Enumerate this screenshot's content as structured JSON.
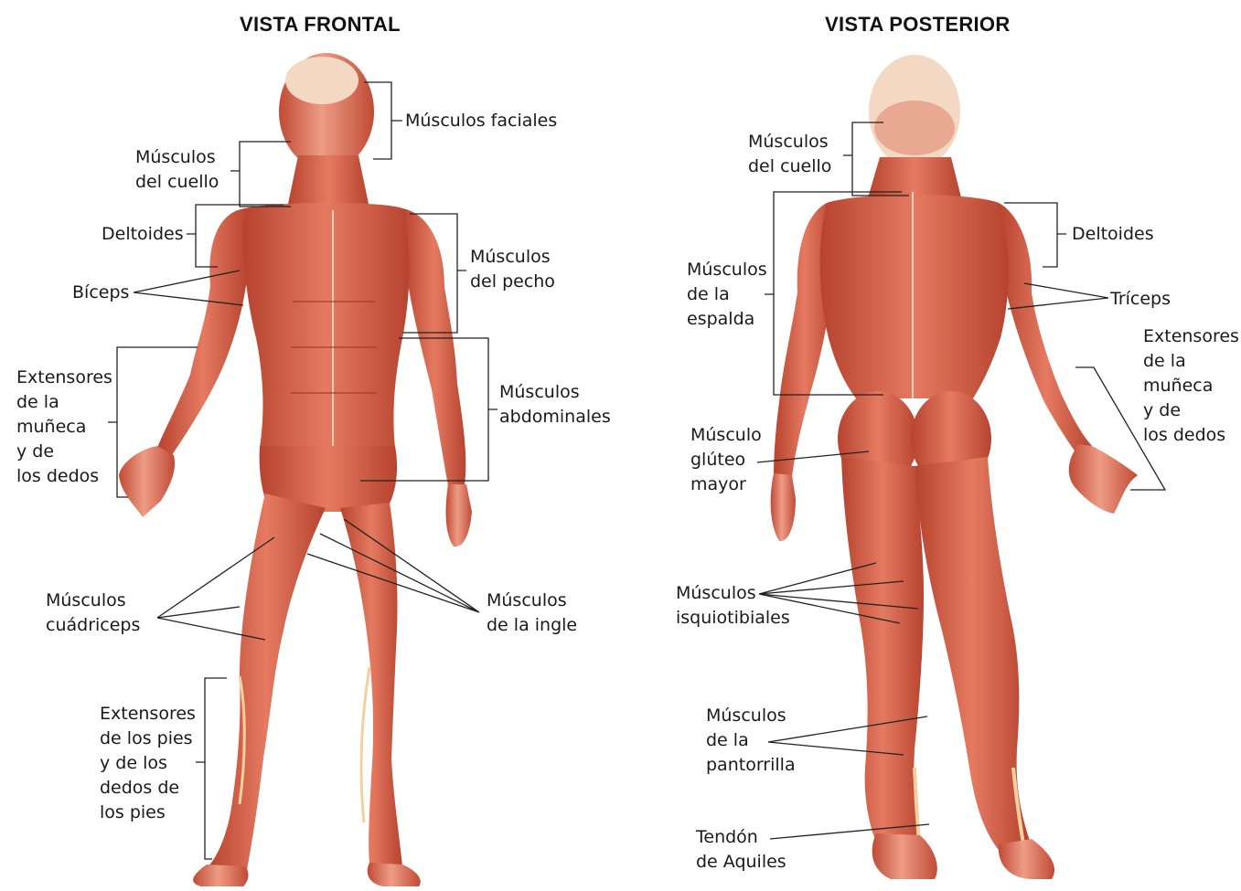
{
  "colors": {
    "muscle": "#d9654f",
    "muscle_dark": "#b6432f",
    "muscle_light": "#ee9c85",
    "tendon": "#f4e6d2",
    "line": "#222222"
  },
  "front": {
    "title": "VISTA FRONTAL",
    "labels": {
      "faciales": "Músculos faciales",
      "cuello": "Músculos\ndel cuello",
      "deltoides": "Deltoides",
      "pecho": "Músculos\ndel pecho",
      "biceps": "Bíceps",
      "extensores_muneca": "Extensores\nde la\nmuñeca\ny de\nlos dedos",
      "abdominales": "Músculos\nabdominales",
      "cuadriceps": "Músculos\ncuádriceps",
      "ingle": "Músculos\nde la ingle",
      "extensores_pies": "Extensores\nde los pies\ny de los\ndedos de\nlos pies"
    }
  },
  "back": {
    "title": "VISTA POSTERIOR",
    "labels": {
      "cuello": "Músculos\ndel cuello",
      "deltoides": "Deltoides",
      "espalda": "Músculos\nde la\nespalda",
      "triceps": "Tríceps",
      "extensores_muneca": "Extensores\nde la\nmuñeca\ny de\nlos dedos",
      "gluteo": "Músculo\nglúteo\nmayor",
      "isquiotibiales": "Músculos\nisquiotibiales",
      "pantorrilla": "Músculos\nde la\npantorrilla",
      "aquiles": "Tendón\nde Aquiles"
    }
  }
}
